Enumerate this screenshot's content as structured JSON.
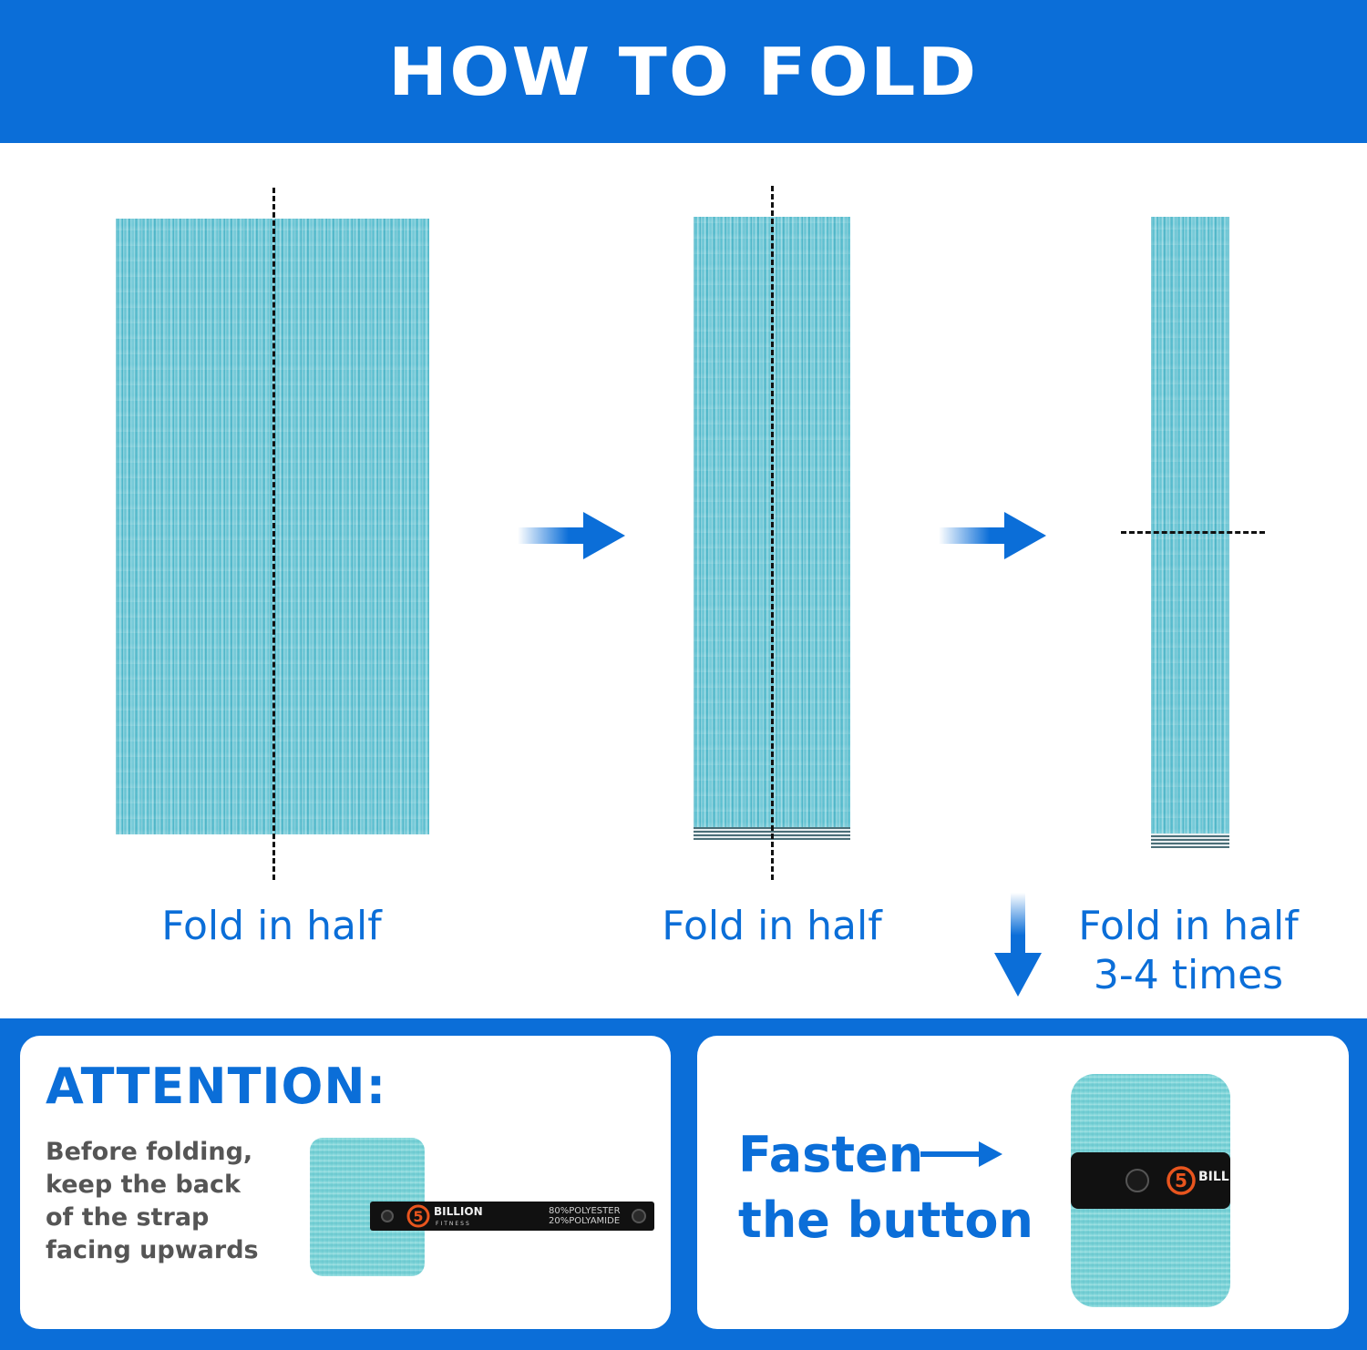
{
  "header": {
    "title": "HOW TO FOLD"
  },
  "steps": [
    {
      "label": "Fold in half"
    },
    {
      "label": "Fold in half"
    },
    {
      "label_line1": "Fold in half",
      "label_line2": "3-4 times"
    }
  ],
  "attention": {
    "title": "ATTENTION:",
    "lines": [
      "Before folding,",
      "keep the back",
      "of the strap",
      "facing upwards"
    ],
    "strap_brand": "BILLION",
    "strap_brand_sub": "FITNESS",
    "strap_logo_digit": "5",
    "strap_label_1": "80%POLYESTER",
    "strap_label_2": "20%POLYAMIDE"
  },
  "fasten": {
    "line1": "Fasten",
    "line2": "the button",
    "strap_brand": "BILL",
    "strap_logo_digit": "5"
  },
  "colors": {
    "brand_blue": "#0b6ed8",
    "towel_teal": "#5fc2d2",
    "logo_orange": "#e8551e"
  },
  "icons": [
    "arrow-right-icon",
    "arrow-down-icon",
    "logo-5-icon"
  ]
}
